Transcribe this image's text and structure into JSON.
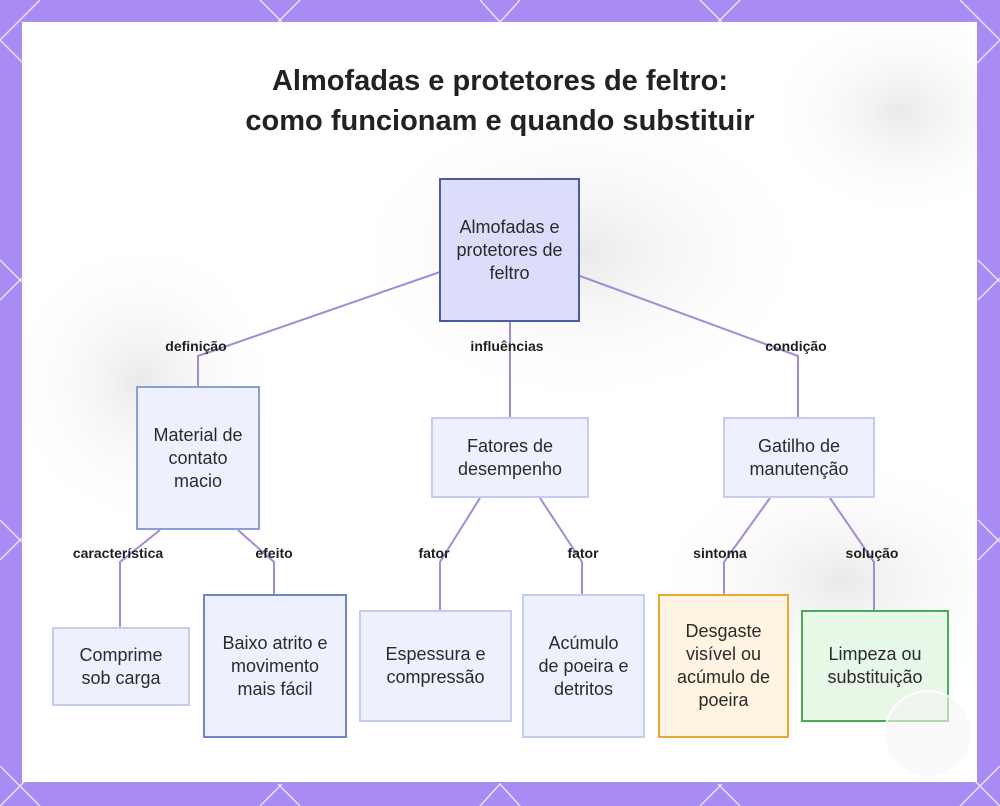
{
  "title": {
    "line1": "Almofadas e protetores de feltro:",
    "line2": "como funcionam e quando substituir"
  },
  "nodes": {
    "root": "Almofadas e protetores de feltro",
    "material": "Material de contato macio",
    "fatores": "Fatores de desempenho",
    "gatilho": "Gatilho de manutenção",
    "comprime": "Comprime sob carga",
    "baixo": "Baixo atrito e movimento mais fácil",
    "espessura": "Espessura e compressão",
    "acumulo": "Acúmulo de poeira e detritos",
    "desgaste": "Desgaste visível ou acúmulo de poeira",
    "limpeza": "Limpeza ou substituição"
  },
  "edge_labels": {
    "definicao": "definição",
    "influencias": "influências",
    "condicao": "condição",
    "caracteristica": "característica",
    "efeito": "efeito",
    "fator1": "fator",
    "fator2": "fator",
    "sintoma": "sintoma",
    "solucao": "solução"
  },
  "colors": {
    "frame": "#a98cf3",
    "edge": "#a58ad4",
    "root_fill": "#dcdcfb",
    "root_border": "#4c5aa0",
    "node_fill": "#eef1fd",
    "node_border": "#b9c3ee",
    "strong_border": "#6f86c4",
    "warn_fill": "#fff4e2",
    "warn_border": "#e8a63a",
    "ok_fill": "#e8f8e6",
    "ok_border": "#4aac5a"
  }
}
